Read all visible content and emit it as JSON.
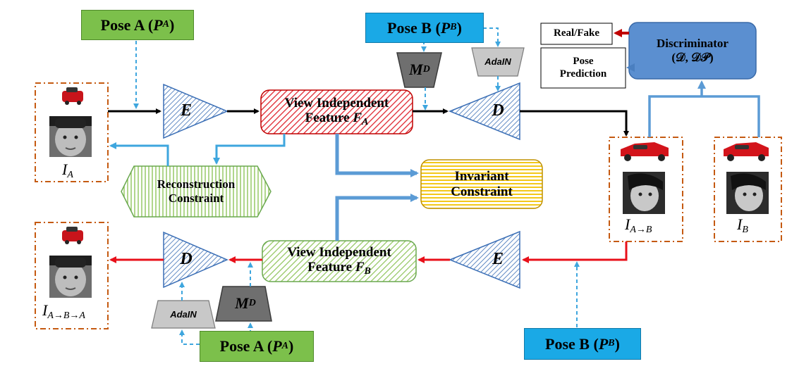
{
  "pose_a_top": {
    "prefix": "Pose A (",
    "var": "P",
    "sub": "A",
    "suffix": ")"
  },
  "pose_b_top": {
    "prefix": "Pose B (",
    "var": "P",
    "sub": "B",
    "suffix": ")"
  },
  "pose_a_bottom": {
    "prefix": "Pose A (",
    "var": "P",
    "sub": "A",
    "suffix": ")"
  },
  "pose_b_bottom": {
    "prefix": "Pose B (",
    "var": "P",
    "sub": "B",
    "suffix": ")"
  },
  "encoder_label": "E",
  "decoder_label": "D",
  "md_label": {
    "var": "M",
    "sub": "D"
  },
  "adain_label": "AdaIN",
  "feature_a": {
    "line1": "View Independent",
    "line2": "Feature ",
    "var": "F",
    "sub": "A"
  },
  "feature_b": {
    "line1": "View Independent",
    "line2": "Feature ",
    "var": "F",
    "sub": "B"
  },
  "reconstruction": {
    "line1": "Reconstruction",
    "line2": "Constraint"
  },
  "invariant": {
    "line1": "Invariant",
    "line2": "Constraint"
  },
  "real_fake": "Real/Fake",
  "pose_prediction": {
    "line1": "Pose",
    "line2": "Prediction"
  },
  "discriminator": {
    "line1": "Discriminator",
    "line2": "(𝒟, 𝒟𝒫)"
  },
  "image_labels": {
    "ia": {
      "var": "I",
      "sub": "A"
    },
    "iab": {
      "var": "I",
      "sub": "A→B"
    },
    "ib": {
      "var": "I",
      "sub": "B"
    },
    "iaba": {
      "var": "I",
      "sub": "A→B→A"
    }
  },
  "colors": {
    "black_arrow": "#000000",
    "blue_arrow": "#3ea6de",
    "red_arrow": "#e8101a",
    "wide_blue": "#5b9bd5",
    "discriminator": "#5b8fd0",
    "pose_green": "#7cc04b",
    "pose_blue": "#1aa9e6",
    "dashed_box": "#c55a11"
  }
}
